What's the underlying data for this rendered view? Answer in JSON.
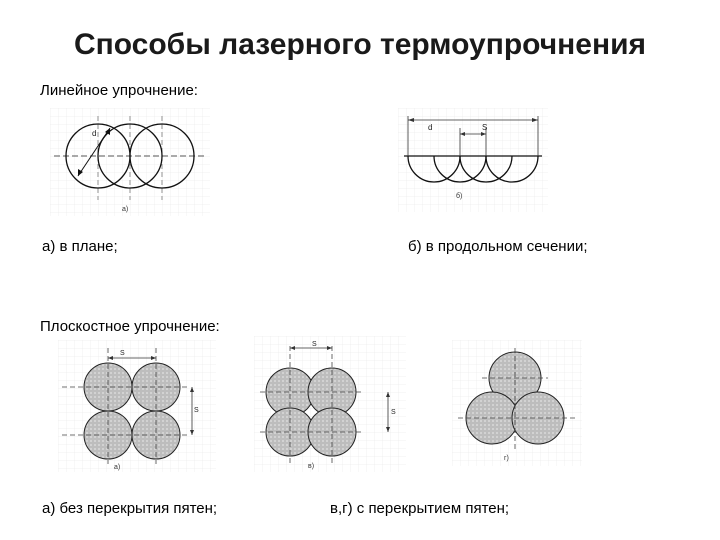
{
  "title": "Способы лазерного термоупрочнения",
  "linear": {
    "heading": "Линейное упрочнение:",
    "fig_a_letter": "а)",
    "fig_a_dim": "d",
    "fig_b_letter": "б)",
    "fig_b_dim_d": "d",
    "fig_b_dim_s": "S",
    "caption_a": "а) в плане;",
    "caption_b": "б) в продольном сечении;"
  },
  "planar": {
    "heading": "Плоскостное упрочнение:",
    "fig_a_letter": "а)",
    "fig_v_letter": "в)",
    "fig_g_letter": "г)",
    "dim_s": "S",
    "caption_a": "а) без перекрытия пятен;",
    "caption_vg": "в,г) с перекрытием пятен;"
  }
}
